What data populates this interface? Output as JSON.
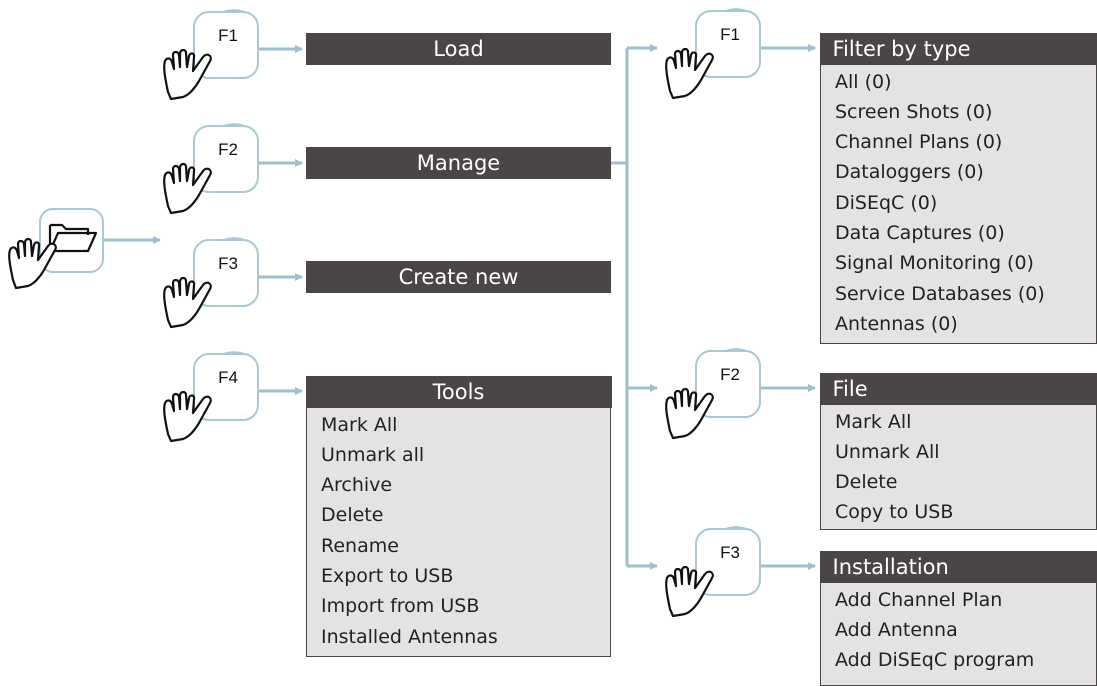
{
  "keys": {
    "f1": "F1",
    "f2": "F2",
    "f3": "F3",
    "f4": "F4"
  },
  "left_menu": {
    "load": "Load",
    "manage": "Manage",
    "create_new": "Create new",
    "tools": {
      "title": "Tools",
      "items": [
        "Mark All",
        "Unmark all",
        "Archive",
        "Delete",
        "Rename",
        "Export to USB",
        "Import from USB",
        "Installed Antennas"
      ]
    }
  },
  "manage_submenus": {
    "filter": {
      "title": "Filter by type",
      "items": [
        "All (0)",
        "Screen Shots (0)",
        "Channel Plans (0)",
        "Dataloggers (0)",
        "DiSEqC (0)",
        "Data Captures (0)",
        "Signal Monitoring (0)",
        "Service Databases (0)",
        "Antennas (0)"
      ]
    },
    "file": {
      "title": "File",
      "items": [
        "Mark All",
        "Unmark All",
        "Delete",
        "Copy to USB"
      ]
    },
    "installation": {
      "title": "Installation",
      "items": [
        "Add Channel Plan",
        "Add Antenna",
        "Add DiSEqC program"
      ]
    }
  },
  "colors": {
    "bar": "#4a4646",
    "menu_bg": "#e3e3e3",
    "connector": "#9dc1cc",
    "key_border": "#a9c8d3"
  },
  "icons": {
    "hand": "pointing-hand-icon",
    "folder": "open-folder-icon"
  }
}
